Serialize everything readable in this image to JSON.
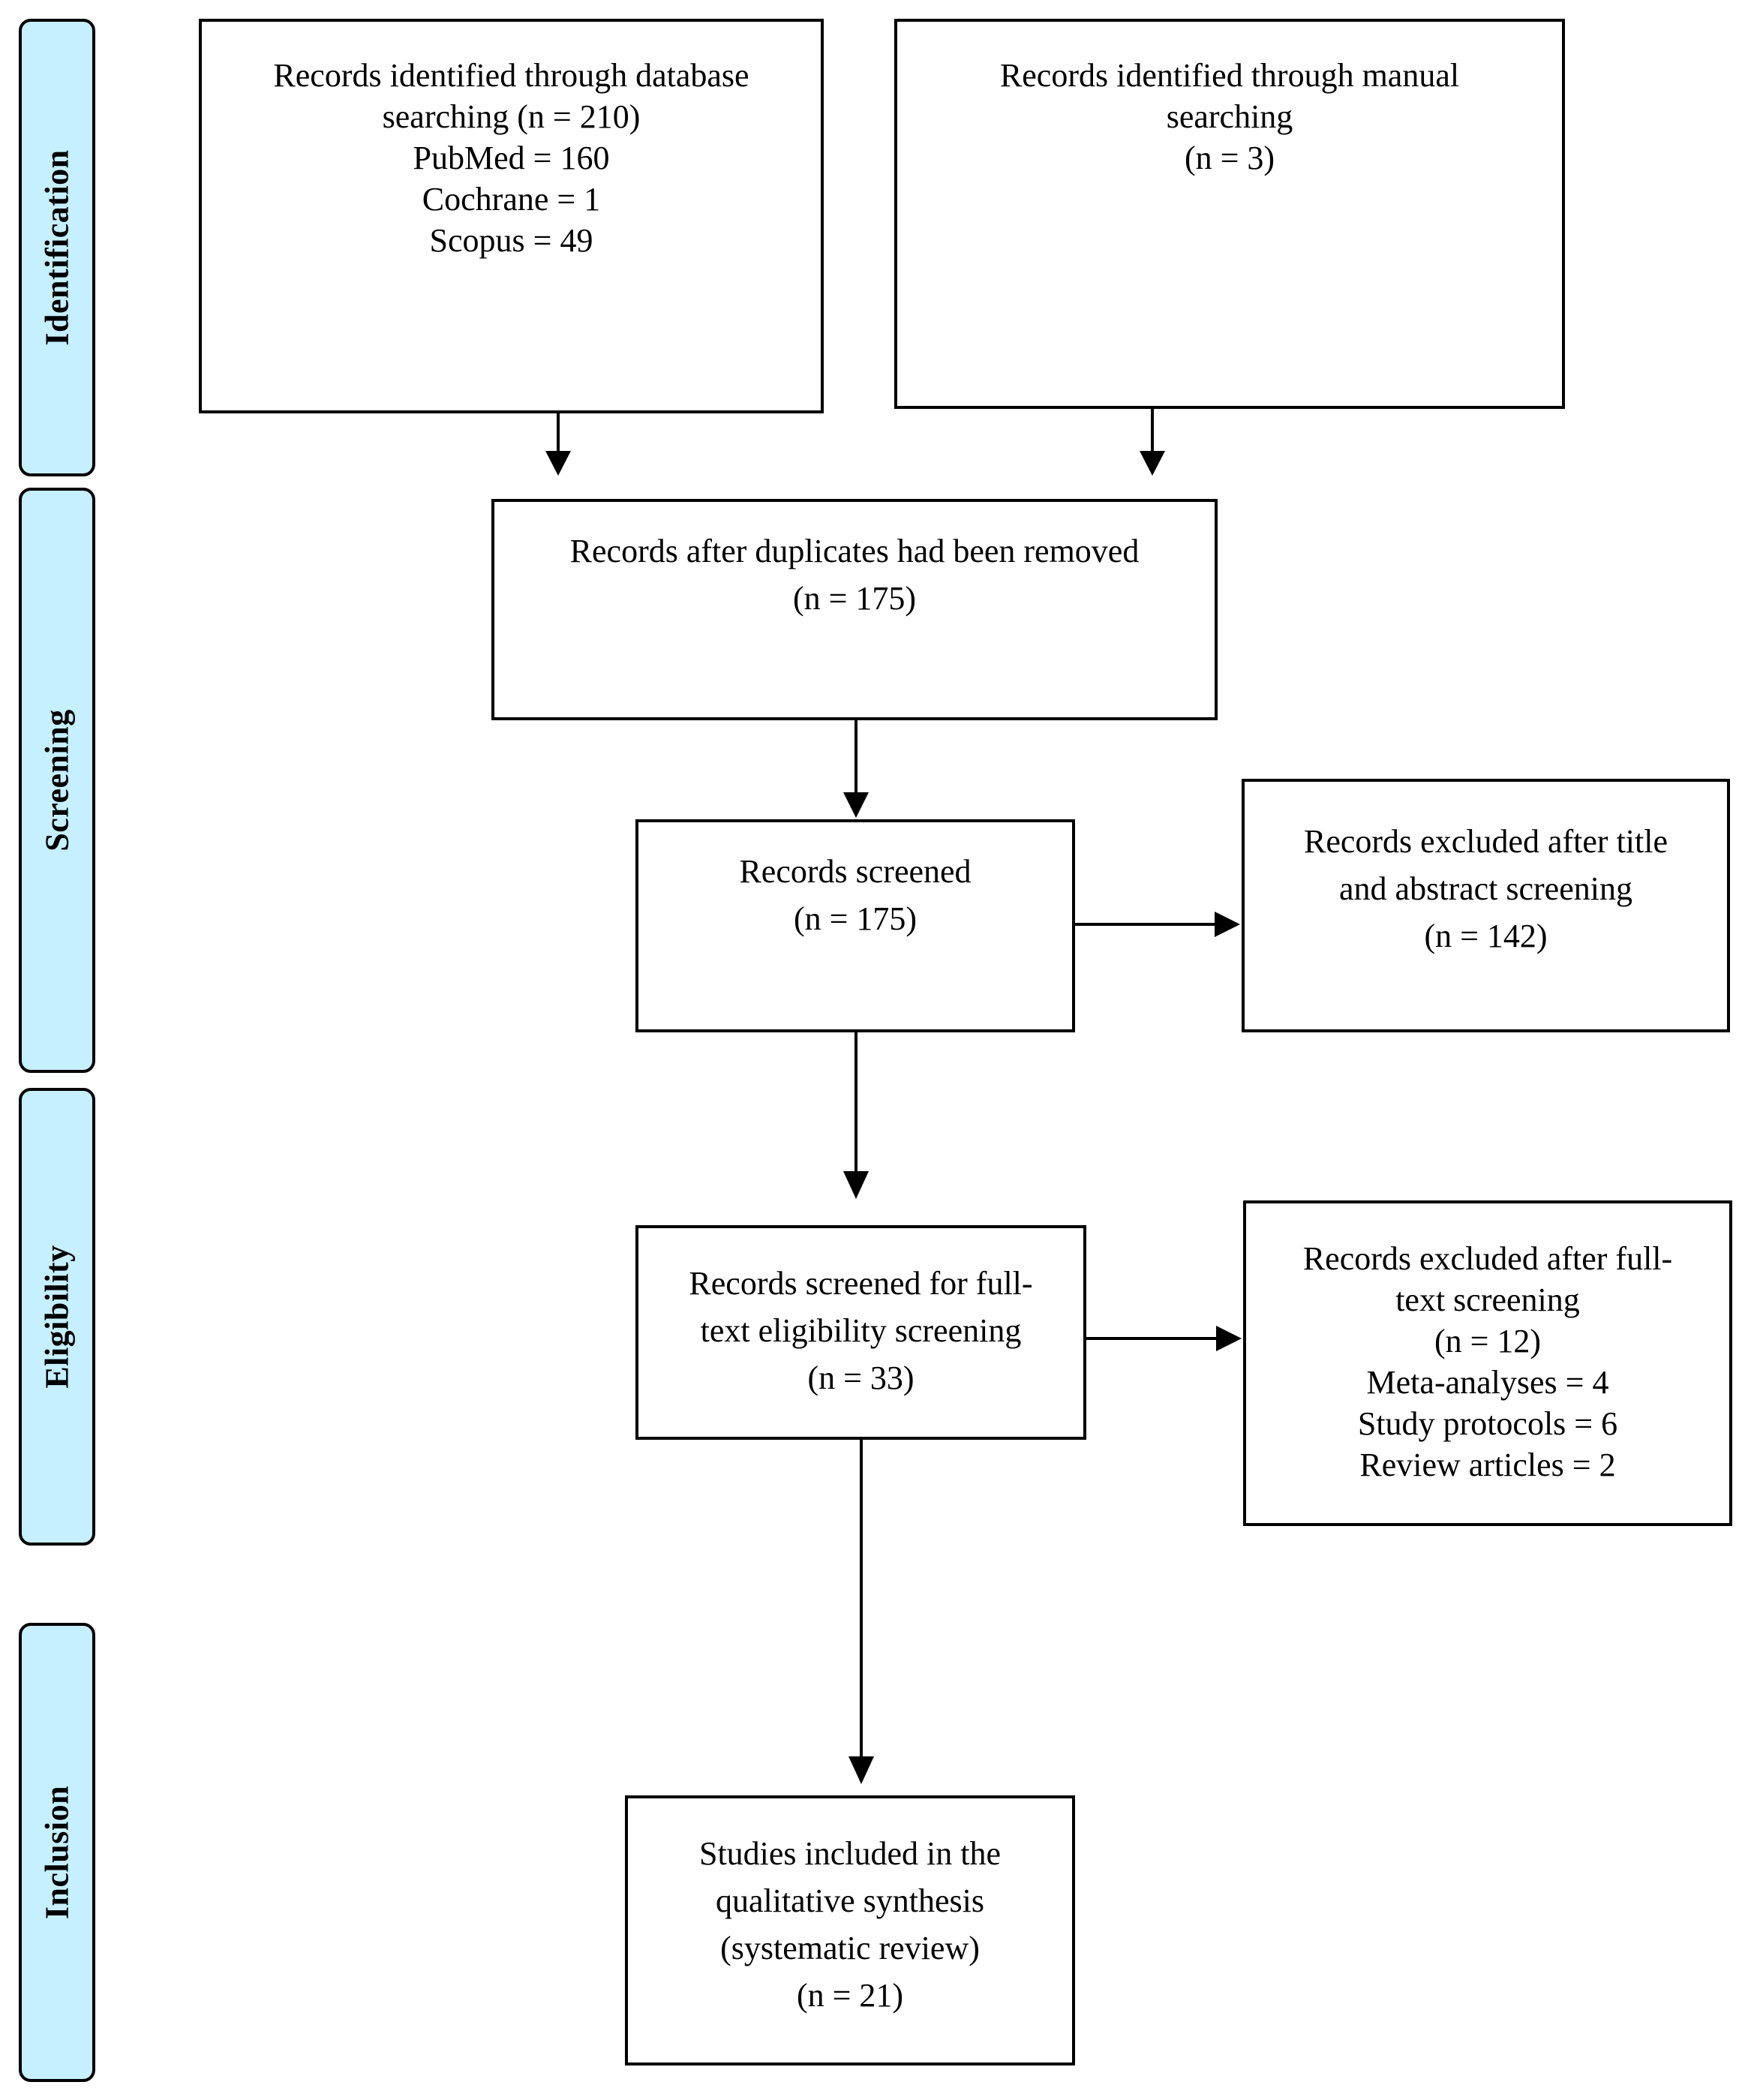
{
  "phases": {
    "identification": "Identification",
    "screening": "Screening",
    "eligibility": "Eligibility",
    "inclusion": "Inclusion"
  },
  "boxes": {
    "database": {
      "lines": [
        "Records identified through database",
        "searching (n = 210)",
        "PubMed = 160",
        "Cochrane = 1",
        "Scopus = 49"
      ]
    },
    "manual": {
      "lines": [
        "Records identified through manual",
        "searching",
        "(n = 3)"
      ]
    },
    "duplicates_removed": {
      "lines": [
        "Records after duplicates had been removed",
        "(n = 175)"
      ]
    },
    "screened": {
      "lines": [
        "Records screened",
        "(n = 175)"
      ]
    },
    "excluded_title_abstract": {
      "lines": [
        "Records excluded after title",
        "and abstract screening",
        "(n = 142)"
      ]
    },
    "fulltext_screened": {
      "lines": [
        "Records screened for full-",
        "text eligibility screening",
        "(n = 33)"
      ]
    },
    "excluded_fulltext": {
      "lines": [
        "Records excluded after full-",
        "text screening",
        "(n = 12)",
        "Meta-analyses = 4",
        "Study protocols = 6",
        "Review articles = 2"
      ]
    },
    "included": {
      "lines": [
        "Studies included in the",
        "qualitative synthesis",
        "(systematic review)",
        "(n = 21)"
      ]
    }
  }
}
